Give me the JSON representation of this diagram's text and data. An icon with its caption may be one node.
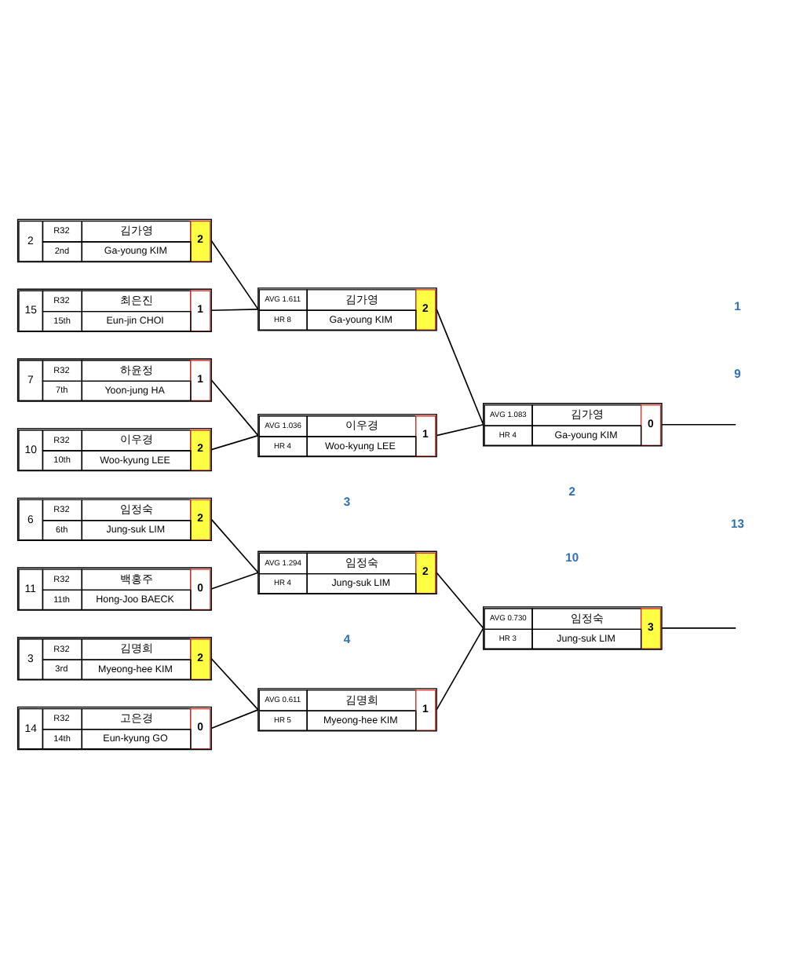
{
  "diagram": {
    "nodes": [
      {
        "text": [
          "2",
          "R32",
          "2nd",
          "김가영",
          "Ga-young KIM",
          "2"
        ]
      },
      {
        "text": [
          "AVG 1.611",
          "HR 8",
          "김가영",
          "Ga-young KIM",
          "2"
        ]
      },
      {
        "text": [
          "15",
          "R32",
          "15th",
          "최은진",
          "Eun-jin CHOI",
          "1"
        ]
      },
      {
        "text": [
          "AVG 1.083",
          "HR 4",
          "김가영",
          "Ga-young KIM",
          "0"
        ]
      },
      {
        "text": [
          "7",
          "R32",
          "7th",
          "하윤정",
          "Yoon-jung HA",
          "1"
        ]
      },
      {
        "text": [
          "AVG 1.036",
          "HR 4",
          "이우경",
          "Woo-kyung LEE",
          "1"
        ]
      },
      {
        "text": [
          "10",
          "R32",
          "10th",
          "이우경",
          "Woo-kyung LEE",
          "2"
        ]
      },
      {
        "text": [
          "6",
          "R32",
          "6th",
          "임정숙",
          "Jung-suk LIM",
          "2"
        ]
      },
      {
        "text": [
          "AVG 1.294",
          "HR 4",
          "임정숙",
          "Jung-suk LIM",
          "2"
        ]
      },
      {
        "text": [
          "11",
          "R32",
          "11th",
          "백홍주",
          "Hong-Joo BAECK",
          "0"
        ]
      },
      {
        "text": [
          "AVG 0.730",
          "HR 3",
          "임정숙",
          "Jung-suk LIM",
          "3"
        ]
      },
      {
        "text": [
          "3",
          "R32",
          "3rd",
          "김명희",
          "Myeong-hee KIM",
          "2"
        ]
      },
      {
        "text": [
          "AVG 0.611",
          "HR 5",
          "김명희",
          "Myeong-hee KIM",
          "1"
        ]
      },
      {
        "text": [
          "14",
          "R32",
          "14th",
          "고은경",
          "Eun-kyung GO",
          "0"
        ]
      }
    ],
    "edges": [
      {
        "from": 0,
        "to": 1,
        "arrow": "none"
      },
      {
        "from": 2,
        "to": 1,
        "arrow": "none"
      },
      {
        "from": 4,
        "to": 5,
        "arrow": "none"
      },
      {
        "from": 6,
        "to": 5,
        "arrow": "none"
      },
      {
        "from": 1,
        "to": 3,
        "arrow": "none"
      },
      {
        "from": 5,
        "to": 3,
        "arrow": "none"
      },
      {
        "from": 7,
        "to": 8,
        "arrow": "none"
      },
      {
        "from": 9,
        "to": 8,
        "arrow": "none"
      },
      {
        "from": 11,
        "to": 12,
        "arrow": "none"
      },
      {
        "from": 13,
        "to": 12,
        "arrow": "none"
      },
      {
        "from": 8,
        "to": 10,
        "arrow": "none"
      },
      {
        "from": 12,
        "to": 10,
        "arrow": "none"
      },
      {
        "from": 3,
        "to": null,
        "arrow": "none"
      },
      {
        "from": 10,
        "to": null,
        "arrow": "none"
      }
    ],
    "labels": [
      "1",
      "9",
      "2",
      "13",
      "3",
      "10",
      "4"
    ]
  }
}
